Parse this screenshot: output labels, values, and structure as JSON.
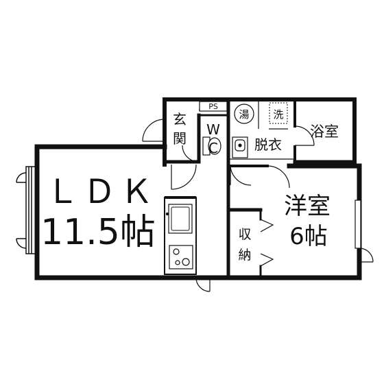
{
  "rooms": {
    "ldk_name": "ＬＤＫ",
    "ldk_size": "11.5帖",
    "genkan_1": "玄",
    "genkan_2": "関",
    "ps": "PS",
    "wc_1": "W",
    "wc_2": "C",
    "yu": "湯",
    "sen": "洗",
    "datsui": "脱衣",
    "yokushitsu": "浴室",
    "youshitsu_name": "洋室",
    "youshitsu_size": "6帖",
    "shuno_1": "収",
    "shuno_2": "納"
  }
}
